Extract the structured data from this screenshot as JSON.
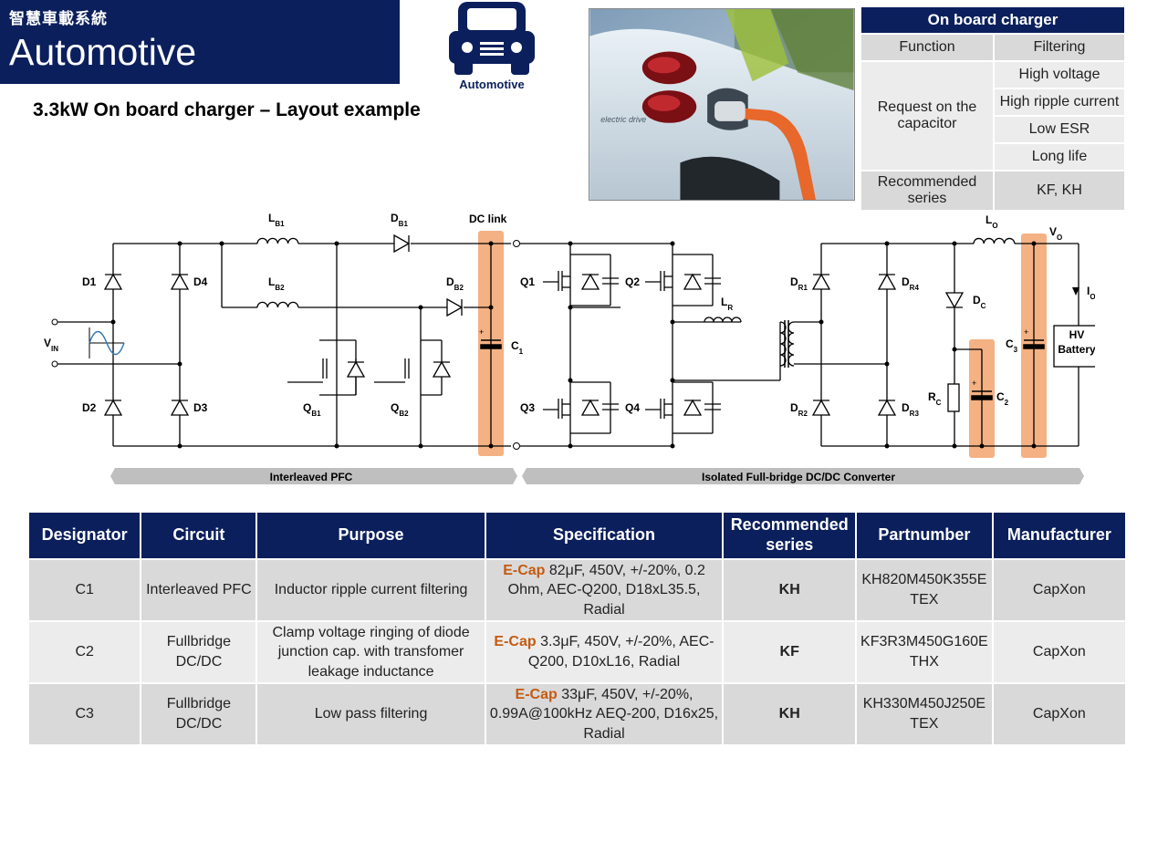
{
  "header": {
    "category_cjk": "智慧車載系統",
    "title": "Automotive",
    "subtitle": "3.3kW On board charger – Layout example",
    "icon_label": "Automotive"
  },
  "photo": {
    "badge_text": "electric drive"
  },
  "requirements": {
    "title": "On board charger",
    "col_function": "Function",
    "col_filtering": "Filtering",
    "request_label": "Request on the capacitor",
    "requests": [
      "High voltage",
      "High ripple current",
      "Low ESR",
      "Long life"
    ],
    "recommended_label": "Recommended series",
    "recommended_value": "KF, KH"
  },
  "schematic": {
    "labels": {
      "lb1": "L",
      "lb1_sub": "B1",
      "lb2": "L",
      "lb2_sub": "B2",
      "db1": "D",
      "db1_sub": "B1",
      "db2": "D",
      "db2_sub": "B2",
      "dc_link": "DC link",
      "d1": "D1",
      "d2": "D2",
      "d3": "D3",
      "d4": "D4",
      "vin": "V",
      "vin_sub": "IN",
      "qb1": "Q",
      "qb1_sub": "B1",
      "qb2": "Q",
      "qb2_sub": "B2",
      "c1": "C",
      "c1_sub": "1",
      "q1": "Q1",
      "q2": "Q2",
      "q3": "Q3",
      "q4": "Q4",
      "lr": "L",
      "lr_sub": "R",
      "dr1": "D",
      "dr1_sub": "R1",
      "dr2": "D",
      "dr2_sub": "R2",
      "dr3": "D",
      "dr3_sub": "R3",
      "dr4": "D",
      "dr4_sub": "R4",
      "lo": "L",
      "lo_sub": "O",
      "vo": "V",
      "vo_sub": "O",
      "io": "I",
      "io_sub": "O",
      "dc": "D",
      "dc_sub": "C",
      "rc": "R",
      "rc_sub": "C",
      "c2": "C",
      "c2_sub": "2",
      "c3": "C",
      "c3_sub": "3",
      "battery_line1": "HV",
      "battery_line2": "Battery"
    },
    "stage_pfc": "Interleaved PFC",
    "stage_dcdc": "Isolated Full-bridge DC/DC Converter",
    "highlight_color": "#f4b183"
  },
  "table": {
    "headers": [
      "Designator",
      "Circuit",
      "Purpose",
      "Specification",
      "Recommended series",
      "Partnumber",
      "Manufacturer"
    ],
    "rows": [
      {
        "designator": "C1",
        "circuit": "Interleaved PFC",
        "purpose": "Inductor ripple current filtering",
        "spec_tag": "E-Cap",
        "spec_text": " 82μF, 450V, +/-20%, 0.2 Ohm, AEC-Q200, D18xL35.5, Radial",
        "series": "KH",
        "partnumber": "KH820M450K355E TEX",
        "manufacturer": "CapXon"
      },
      {
        "designator": "C2",
        "circuit": "Fullbridge DC/DC",
        "purpose": "Clamp voltage ringing of diode junction cap. with transfomer leakage inductance",
        "spec_tag": "E-Cap",
        "spec_text": " 3.3μF, 450V, +/-20%, AEC-Q200, D10xL16, Radial",
        "series": "KF",
        "partnumber": "KF3R3M450G160E THX",
        "manufacturer": "CapXon"
      },
      {
        "designator": "C3",
        "circuit": "Fullbridge DC/DC",
        "purpose": "Low pass  filtering",
        "spec_tag": "E-Cap",
        "spec_text": " 33μF, 450V, +/-20%, 0.99A@100kHz AEQ-200, D16x25, Radial",
        "series": "KH",
        "partnumber": "KH330M450J250E TEX",
        "manufacturer": "CapXon"
      }
    ]
  },
  "colors": {
    "navy": "#0b1f5c",
    "accent_orange": "#c55a11",
    "row_dark": "#d9d9d9",
    "row_light": "#ececec"
  }
}
